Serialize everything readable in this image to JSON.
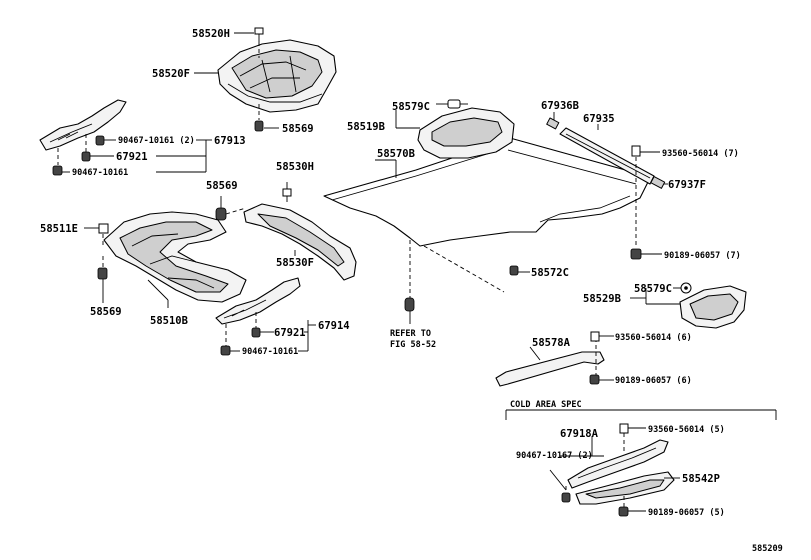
{
  "labels": {
    "l_58520H": "58520H",
    "l_58520F": "58520F",
    "l_58569_top": "58569",
    "l_90467_10161_2": "90467-10161 (2)",
    "l_67913": "67913",
    "l_67921_top": "67921",
    "l_90467_10161_top": "90467-10161",
    "l_58530H": "58530H",
    "l_58569_mid": "58569",
    "l_58511E": "58511E",
    "l_58530F": "58530F",
    "l_58569_left": "58569",
    "l_58510B": "58510B",
    "l_67921_bot": "67921",
    "l_67914": "67914",
    "l_90467_10161_bot": "90467-10161",
    "l_58579C_top": "58579C",
    "l_58519B": "58519B",
    "l_58570B": "58570B",
    "l_58572C": "58572C",
    "l_refer1": "REFER TO",
    "l_refer2": "FIG 58-52",
    "l_67936B": "67936B",
    "l_67935": "67935",
    "l_93560_56014_7": "93560-56014 (7)",
    "l_67937F": "67937F",
    "l_90189_06057_7": "90189-06057 (7)",
    "l_58579C_r": "58579C",
    "l_58529B": "58529B",
    "l_58578A": "58578A",
    "l_93560_56014_6": "93560-56014 (6)",
    "l_90189_06057_6": "90189-06057 (6)",
    "l_cold": "COLD AREA SPEC",
    "l_67918A": "67918A",
    "l_93560_56014_5": "93560-56014 (5)",
    "l_90467_10167_2": "90467-10167 (2)",
    "l_58542P": "58542P",
    "l_90189_06057_5": "90189-06057 (5)",
    "l_fig": "585209"
  }
}
